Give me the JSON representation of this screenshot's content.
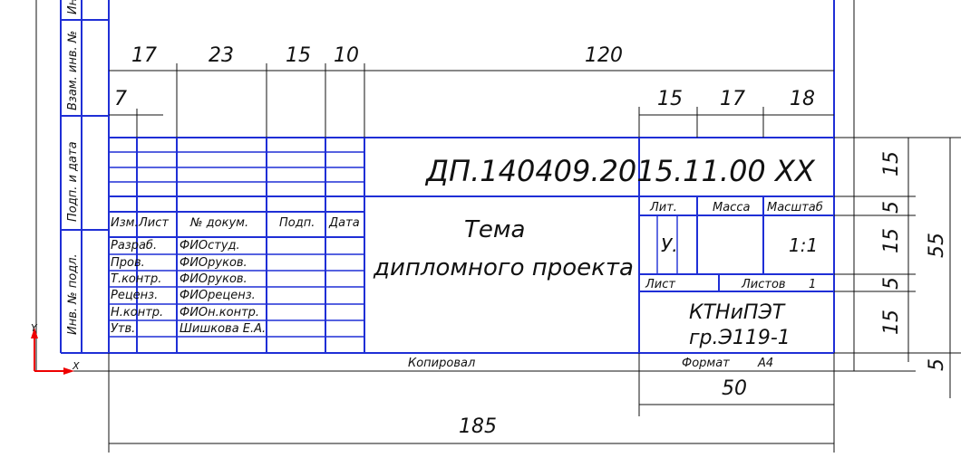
{
  "title_block": {
    "designation": "ДП.140409.2015.11.00 ХХ",
    "topic_line1": "Тема",
    "topic_line2": "дипломного проекта",
    "org_line1": "КТНиПЭТ",
    "org_line2": "гр.Э119-1",
    "hdr_izm": "Изм.",
    "hdr_list": "Лист",
    "hdr_docnum": "№ докум.",
    "hdr_sign": "Подп.",
    "hdr_date": "Дата",
    "lit_label": "Лит.",
    "mass_label": "Масса",
    "scale_label": "Масштаб",
    "lit_value": "У.",
    "scale_value": "1:1",
    "sheet_label": "Лист",
    "sheets_label": "Листов",
    "sheets_value": "1",
    "copied": "Копировал",
    "format_label": "Формат",
    "format_value": "А4"
  },
  "roles": [
    {
      "role": "Разраб.",
      "name": "ФИОстуд."
    },
    {
      "role": "Пров.",
      "name": "ФИОруков."
    },
    {
      "role": "Т.контр.",
      "name": "ФИОруков."
    },
    {
      "role": "Реценз.",
      "name": "ФИОреценз."
    },
    {
      "role": "Н.контр.",
      "name": "ФИОн.контр."
    },
    {
      "role": "Утв.",
      "name": "Шишкова Е.А."
    }
  ],
  "side_strip": {
    "inv_orig": "Инв. № подл.",
    "sign_date": "Подп. и дата",
    "vzam_inv": "Взам. инв. №",
    "inv_dubl": "Инв."
  },
  "dimensions": {
    "d17a": "17",
    "d23": "23",
    "d15a": "15",
    "d10": "10",
    "d120": "120",
    "d7": "7",
    "d15b": "15",
    "d17b": "17",
    "d18": "18",
    "r15a": "15",
    "r5a": "5",
    "r15b": "15",
    "r5b": "5",
    "r15c": "15",
    "r5c": "5",
    "r55": "55",
    "d50": "50",
    "d185": "185"
  },
  "axes": {
    "x": "X",
    "y": "Y"
  }
}
